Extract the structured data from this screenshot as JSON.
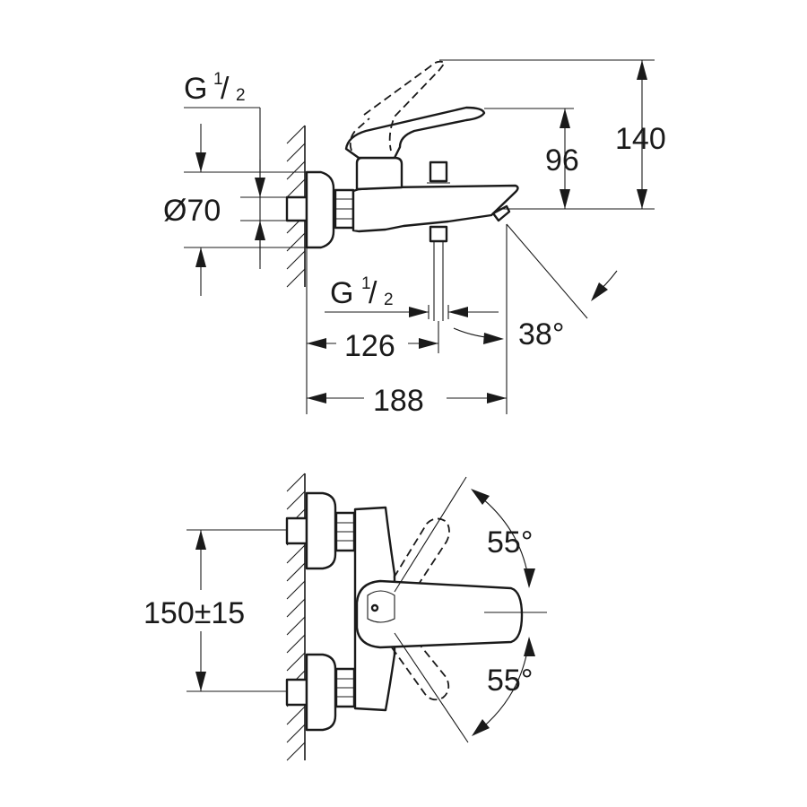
{
  "side_view": {
    "inlet_thread": {
      "base": "G",
      "num": "1",
      "den": "2"
    },
    "diameter": "Ø70",
    "height_total": "140",
    "height_spout": "96",
    "outlet_thread": {
      "base": "G",
      "num": "1",
      "den": "2"
    },
    "depth_outlet": "126",
    "depth_total": "188",
    "spout_angle": "38°"
  },
  "top_view": {
    "inlet_spacing": "150±15",
    "lever_angle_up": "55°",
    "lever_angle_down": "55°"
  }
}
